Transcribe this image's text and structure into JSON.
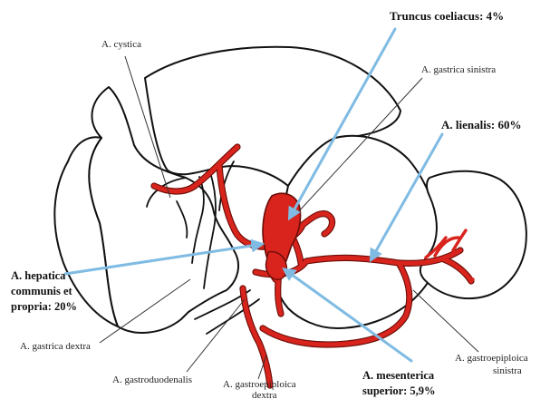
{
  "colors": {
    "artery": "#d8241c",
    "artery_outline": "#6a0d08",
    "organ_outline": "#111111",
    "arrow": "#7fbbe3",
    "leader": "#333333"
  },
  "labels": {
    "cystica": "A. cystica",
    "truncus": "Truncus coeliacus: 4%",
    "gastrica_sinistra": "A. gastrica sinistra",
    "lienalis": "A. lienalis: 60%",
    "hepatica_1": "A. hepatica",
    "hepatica_2": "communis et",
    "hepatica_3": "propria: 20%",
    "gastrica_dextra": "A. gastrica dextra",
    "gastroepiploica_sinistra_1": "A. gastroepiploica",
    "gastroepiploica_sinistra_2": "sinistra",
    "gastroduodenalis": "A. gastroduodenalis",
    "gastroepiploica_dextra_1": "A. gastroepiploica",
    "gastroepiploica_dextra_2": "dextra",
    "mesenterica_1": "A. mesenterica",
    "mesenterica_2": "superior: 5,9%"
  }
}
